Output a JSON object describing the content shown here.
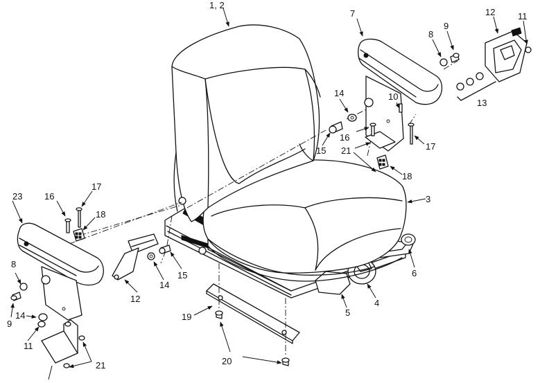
{
  "callouts": {
    "c_1_2": "1, 2",
    "c_3": "3",
    "c_4": "4",
    "c_5": "5",
    "c_6": "6",
    "c_7": "7",
    "c_8_r": "8",
    "c_9_r": "9",
    "c_10": "10",
    "c_11_r": "11",
    "c_12_r": "12",
    "c_13": "13",
    "c_14_r": "14",
    "c_15_r": "15",
    "c_16_r": "16",
    "c_17_r": "17",
    "c_18_r": "18",
    "c_19": "19",
    "c_20": "20",
    "c_21_r": "21",
    "c_23": "23",
    "c_16_l": "16",
    "c_17_l": "17",
    "c_18_l": "18",
    "c_8_l": "8",
    "c_9_l": "9",
    "c_14_l": "14",
    "c_11_l": "11",
    "c_21_l": "21",
    "c_12_l": "12",
    "c_14_m": "14",
    "c_15_m": "15"
  }
}
